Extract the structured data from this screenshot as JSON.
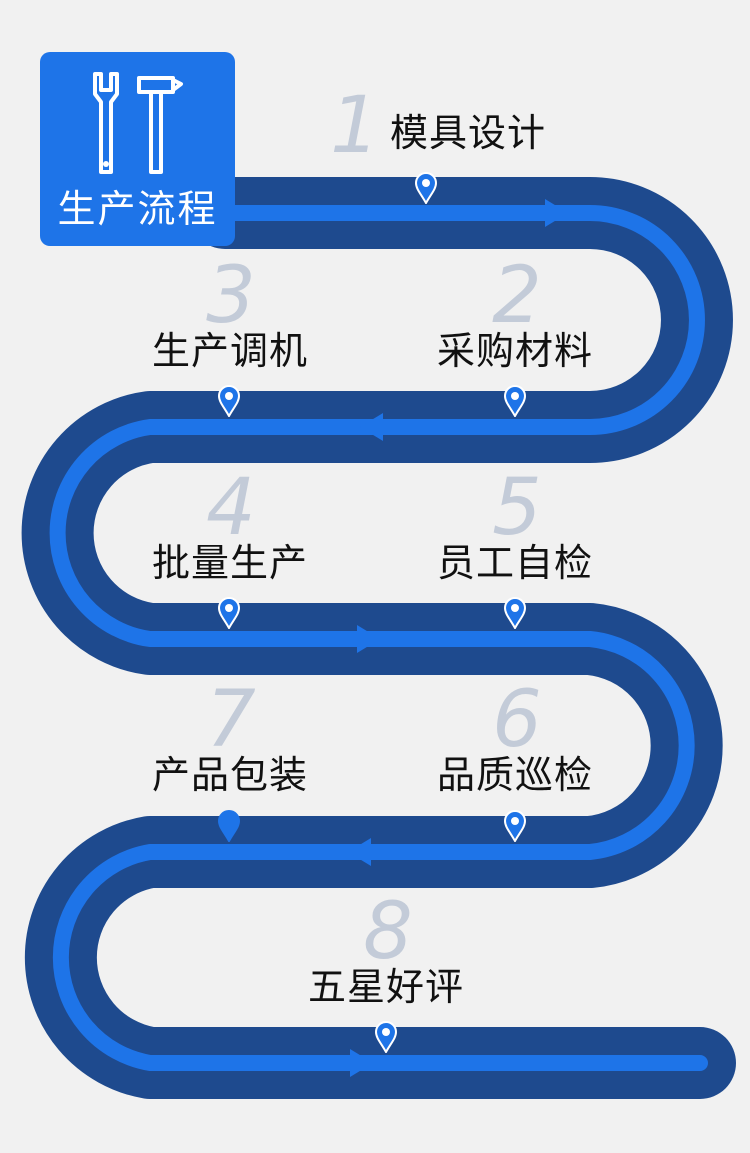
{
  "title": "生产流程",
  "steps": [
    {
      "num": "1",
      "label": "模具设计"
    },
    {
      "num": "2",
      "label": "采购材料"
    },
    {
      "num": "3",
      "label": "生产调机"
    },
    {
      "num": "4",
      "label": "批量生产"
    },
    {
      "num": "5",
      "label": "员工自检"
    },
    {
      "num": "6",
      "label": "品质巡检"
    },
    {
      "num": "7",
      "label": "产品包装"
    },
    {
      "num": "8",
      "label": "五星好评"
    }
  ],
  "icons": [
    "wrench-icon",
    "hammer-icon",
    "location-pin-icon",
    "arrow-icon"
  ],
  "colors": {
    "background": "#f1f1f1",
    "road_dark": "#1e4a8e",
    "road_light": "#1e74e8",
    "card": "#1e74e8",
    "number": "#c3cbd8",
    "text": "#111111"
  }
}
